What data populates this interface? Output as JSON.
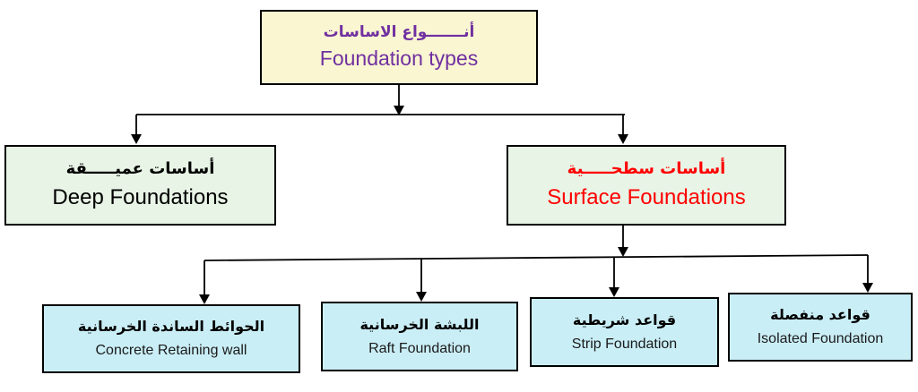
{
  "diagram": {
    "title": "Foundation types flowchart",
    "nodes": {
      "root": {
        "ar": "أنـــــــواع الاساسات",
        "en": "Foundation types"
      },
      "level2": [
        {
          "ar": "أساسات عميـــــقة",
          "en": "Deep Foundations"
        },
        {
          "ar": "أساسات سطحـــــية",
          "en": "Surface Foundations"
        }
      ],
      "level3": [
        {
          "ar": "الحوائط الساندة الخرسانية",
          "en": "Concrete Retaining wall"
        },
        {
          "ar": "اللبشة الخرسانية",
          "en": "Raft Foundation"
        },
        {
          "ar": "قواعد شريطية",
          "en": "Strip Foundation"
        },
        {
          "ar": "قواعد منفصلة",
          "en": "Isolated Foundation"
        }
      ]
    },
    "colors": {
      "root_fill": "#faf6d2",
      "level2_fill": "#e8f5e6",
      "level3_fill": "#caeef6",
      "root_text": "#7030a0",
      "deep_text": "#000000",
      "surface_text": "#ff0000",
      "leaf_text": "#000000",
      "line": "#000000",
      "background": "#ffffff"
    }
  }
}
